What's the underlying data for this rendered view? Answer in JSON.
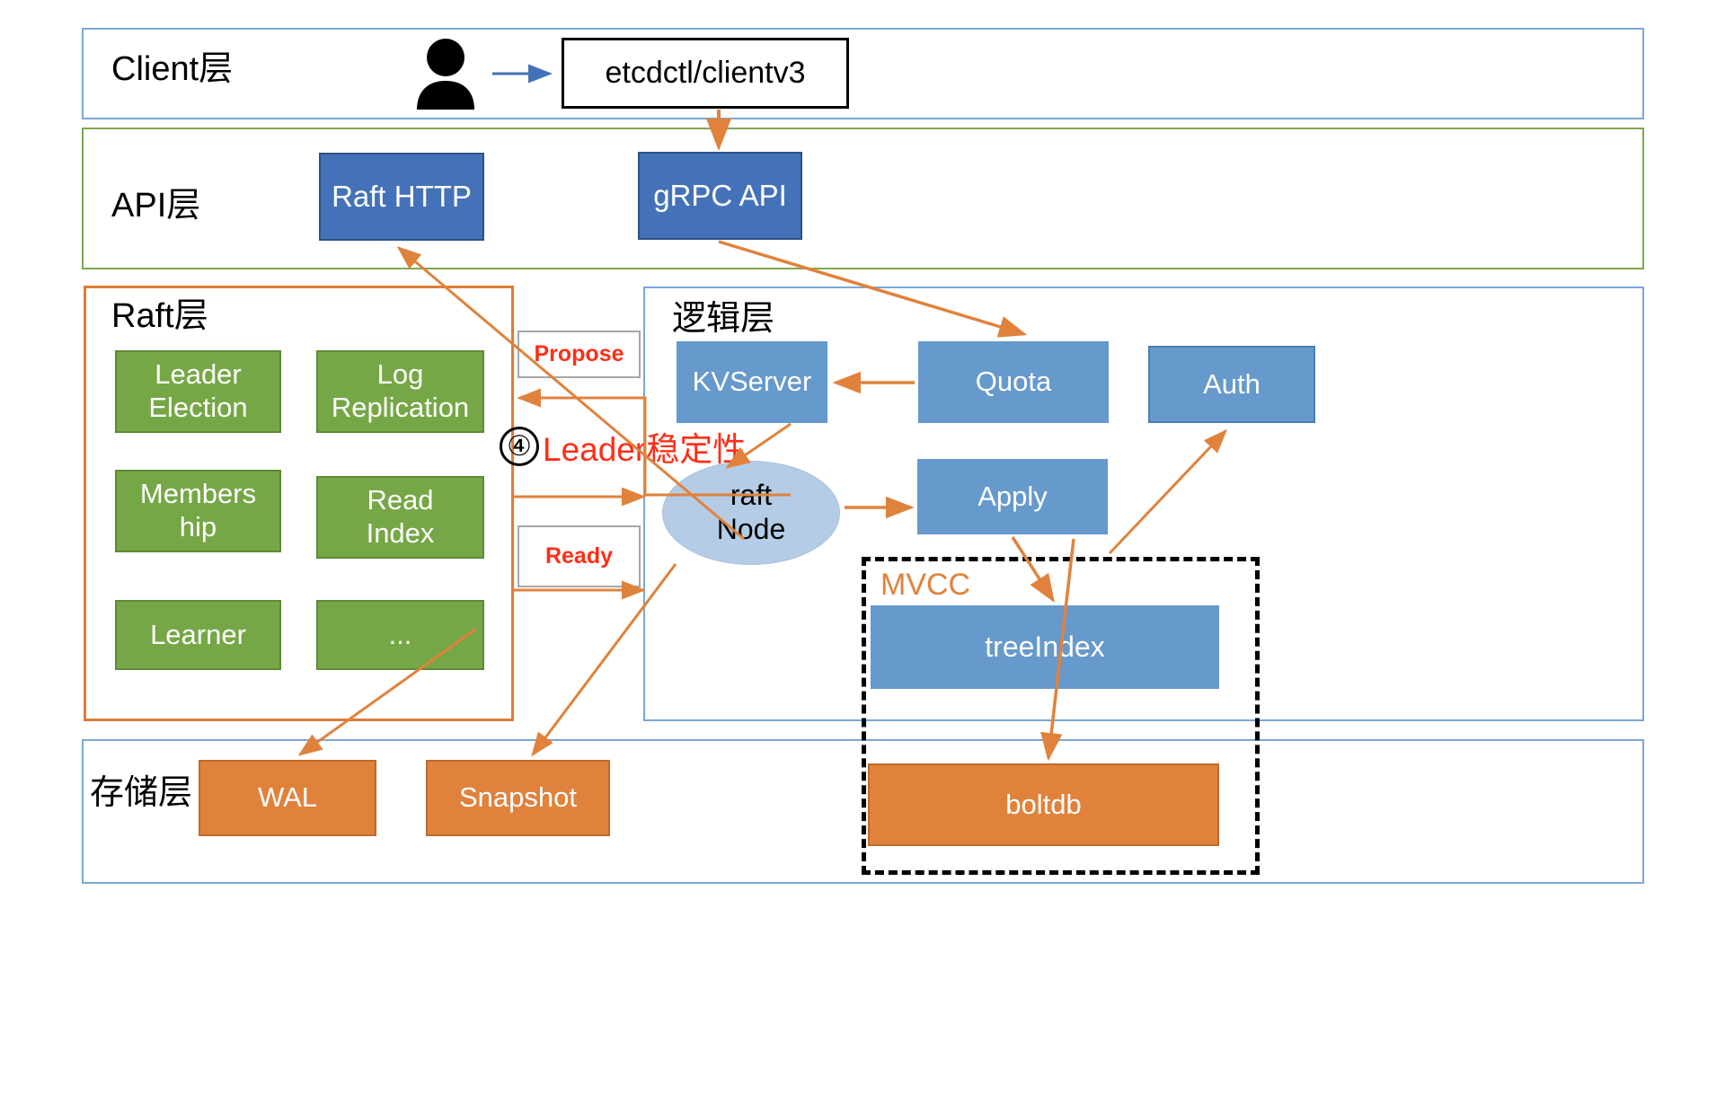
{
  "diagram": {
    "title": "etcd architecture layered diagram",
    "colors": {
      "client_frame": "#7BA7D7",
      "api_frame": "#7DA84E",
      "raft_frame": "#E07B39",
      "logic_frame": "#7BA7D7",
      "storage_frame": "#7BA7D7",
      "blue_dark": "#4472B8",
      "blue": "#6699CC",
      "green": "#76A746",
      "orange": "#E0823C",
      "ellipse": "#B4CCE5",
      "arrow": "#E0823C",
      "blue_arrow": "#4472B8",
      "red_text": "#FF2D17",
      "mvcc_label": "#E0823C"
    }
  },
  "layers": {
    "client": {
      "title": "Client层"
    },
    "api": {
      "title": "API层"
    },
    "raft": {
      "title": "Raft层"
    },
    "logic": {
      "title": "逻辑层"
    },
    "storage": {
      "title": "存储层"
    }
  },
  "nodes": {
    "user_icon": "person-icon",
    "etcdctl": "etcdctl/clientv3",
    "raft_http": "Raft HTTP",
    "grpc_api": "gRPC API",
    "leader_election": "Leader\nElection",
    "log_replication": "Log\nReplication",
    "membership": "Members\nhip",
    "read_index": "Read\nIndex",
    "learner": "Learner",
    "ellipsis": "...",
    "kvserver": "KVServer",
    "quota": "Quota",
    "auth": "Auth",
    "raft_node": "raft\nNode",
    "apply": "Apply",
    "mvcc": "MVCC",
    "tree_index": "treeIndex",
    "wal": "WAL",
    "snapshot": "Snapshot",
    "boltdb": "boltdb"
  },
  "tags": {
    "propose": "Propose",
    "ready": "Ready"
  },
  "annotation": {
    "number": "④",
    "text": "Leader稳定性"
  }
}
